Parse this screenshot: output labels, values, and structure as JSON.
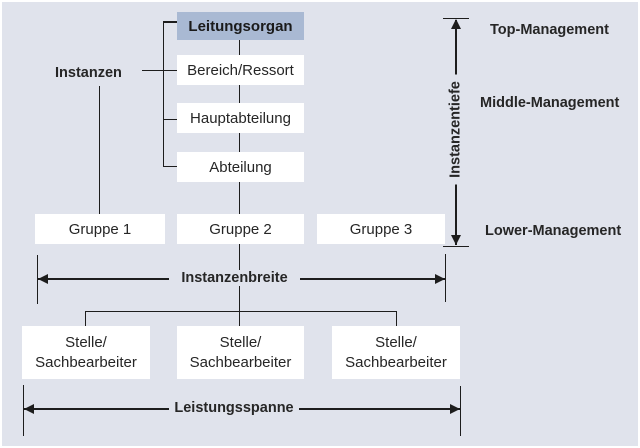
{
  "colors": {
    "background": "#e0e3ec",
    "highlight_box": "#a9b9d3",
    "plain_box": "#ffffff",
    "line": "#1d1d1d",
    "text": "#262626"
  },
  "boxes": {
    "leitungsorgan": "Leitungsorgan",
    "bereich_ressort": "Bereich/Ressort",
    "hauptabteilung": "Hauptabteilung",
    "abteilung": "Abteilung",
    "gruppe_1": "Gruppe 1",
    "gruppe_2": "Gruppe 2",
    "gruppe_3": "Gruppe 3",
    "stelle": "Stelle/\nSachbearbeiter"
  },
  "labels": {
    "instanzen": "Instanzen",
    "instanzentiefe": "Instanzentiefe",
    "instanzenbreite": "Instanzenbreite",
    "leistungsspanne": "Leistungsspanne",
    "top_management": "Top-Management",
    "middle_management": "Middle-Management",
    "lower_management": "Lower-Management"
  }
}
